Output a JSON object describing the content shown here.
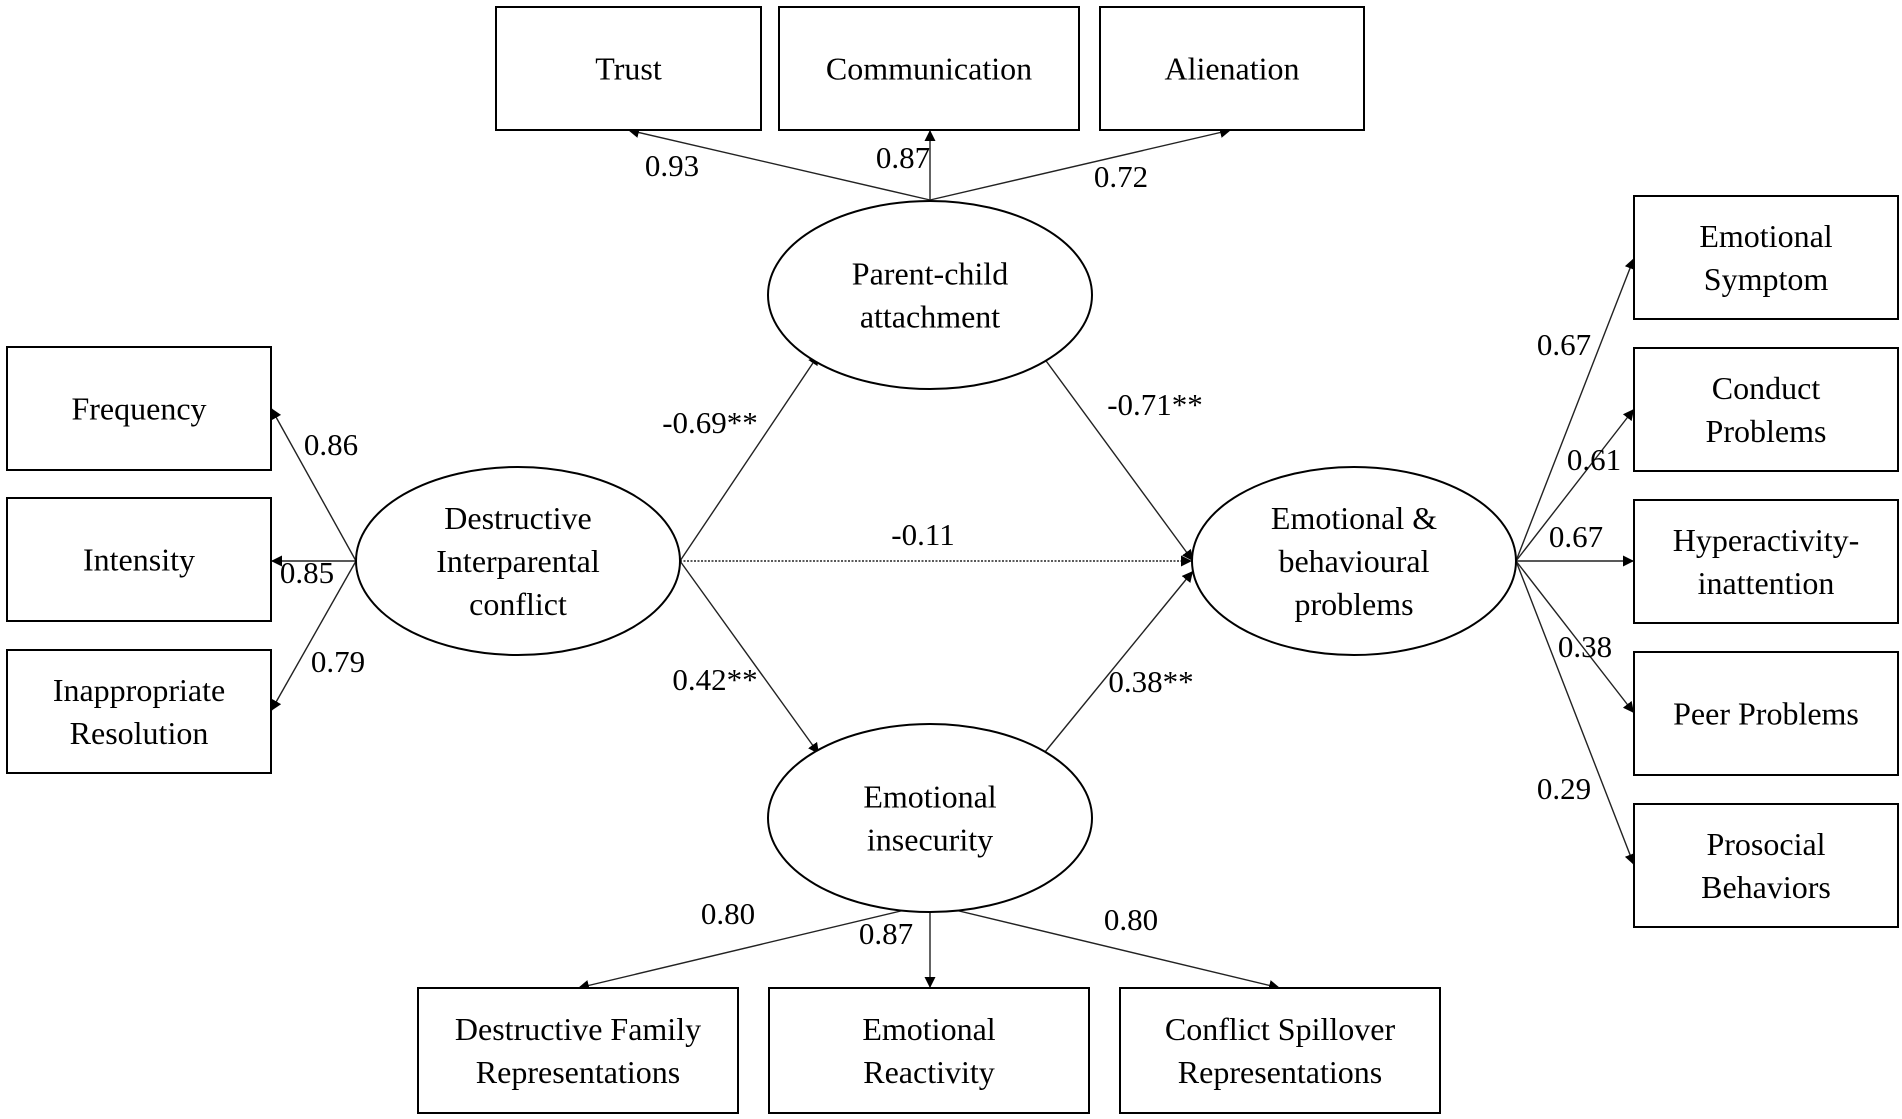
{
  "nodes": {
    "trust": [
      "Trust"
    ],
    "communication": [
      "Communication"
    ],
    "alienation": [
      "Alienation"
    ],
    "parent_child_attachment": [
      "Parent-child",
      "attachment"
    ],
    "frequency": [
      "Frequency"
    ],
    "intensity": [
      "Intensity"
    ],
    "inappropriate_resolution": [
      "Inappropriate",
      "Resolution"
    ],
    "destructive_interparental_conflict": [
      "Destructive",
      "Interparental",
      "conflict"
    ],
    "emotional_behavioural_problems": [
      "Emotional &",
      "behavioural",
      "problems"
    ],
    "emotional_symptom": [
      "Emotional",
      "Symptom"
    ],
    "conduct_problems": [
      "Conduct",
      "Problems"
    ],
    "hyperactivity_inattention": [
      "Hyperactivity-",
      "inattention"
    ],
    "peer_problems": [
      "Peer Problems"
    ],
    "prosocial_behaviors": [
      "Prosocial",
      "Behaviors"
    ],
    "emotional_insecurity": [
      "Emotional",
      "insecurity"
    ],
    "destructive_family_representations": [
      "Destructive Family",
      "Representations"
    ],
    "emotional_reactivity": [
      "Emotional",
      "Reactivity"
    ],
    "conflict_spillover_representations": [
      "Conflict Spillover",
      "Representations"
    ]
  },
  "edges": [
    {
      "id": "attach_trust",
      "from": "parent_child_attachment",
      "to": "trust",
      "label": "0.93"
    },
    {
      "id": "attach_communication",
      "from": "parent_child_attachment",
      "to": "communication",
      "label": "0.87"
    },
    {
      "id": "attach_alienation",
      "from": "parent_child_attachment",
      "to": "alienation",
      "label": "0.72"
    },
    {
      "id": "conflict_frequency",
      "from": "destructive_interparental_conflict",
      "to": "frequency",
      "label": "0.86"
    },
    {
      "id": "conflict_intensity",
      "from": "destructive_interparental_conflict",
      "to": "intensity",
      "label": "0.85"
    },
    {
      "id": "conflict_resolution",
      "from": "destructive_interparental_conflict",
      "to": "inappropriate_resolution",
      "label": "0.79"
    },
    {
      "id": "conflict_attach",
      "from": "destructive_interparental_conflict",
      "to": "parent_child_attachment",
      "label": "-0.69**"
    },
    {
      "id": "attach_problems",
      "from": "parent_child_attachment",
      "to": "emotional_behavioural_problems",
      "label": "-0.71**"
    },
    {
      "id": "conflict_problems",
      "from": "destructive_interparental_conflict",
      "to": "emotional_behavioural_problems",
      "label": "-0.11"
    },
    {
      "id": "conflict_insecurity",
      "from": "destructive_interparental_conflict",
      "to": "emotional_insecurity",
      "label": "0.42**"
    },
    {
      "id": "insecurity_problems",
      "from": "emotional_insecurity",
      "to": "emotional_behavioural_problems",
      "label": "0.38**"
    },
    {
      "id": "problems_symptom",
      "from": "emotional_behavioural_problems",
      "to": "emotional_symptom",
      "label": "0.67"
    },
    {
      "id": "problems_conduct",
      "from": "emotional_behavioural_problems",
      "to": "conduct_problems",
      "label": "0.61"
    },
    {
      "id": "problems_hyper",
      "from": "emotional_behavioural_problems",
      "to": "hyperactivity_inattention",
      "label": "0.67"
    },
    {
      "id": "problems_peer",
      "from": "emotional_behavioural_problems",
      "to": "peer_problems",
      "label": "0.38"
    },
    {
      "id": "problems_prosocial",
      "from": "emotional_behavioural_problems",
      "to": "prosocial_behaviors",
      "label": "0.29"
    },
    {
      "id": "insecurity_family",
      "from": "emotional_insecurity",
      "to": "destructive_family_representations",
      "label": "0.80"
    },
    {
      "id": "insecurity_reactivity",
      "from": "emotional_insecurity",
      "to": "emotional_reactivity",
      "label": "0.87"
    },
    {
      "id": "insecurity_spillover",
      "from": "emotional_insecurity",
      "to": "conflict_spillover_representations",
      "label": "0.80"
    }
  ]
}
